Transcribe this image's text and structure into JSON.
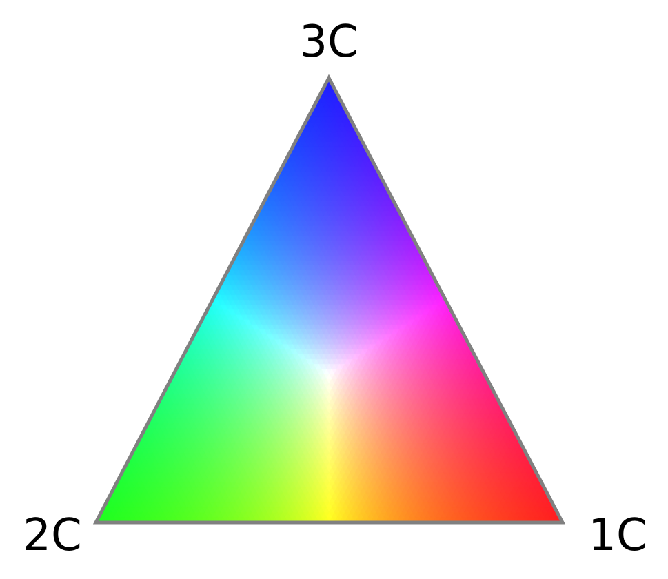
{
  "chart_data": {
    "type": "ternary",
    "description_free": true,
    "vertices": [
      {
        "label": "1C",
        "position": "bottom-right",
        "color": "#ff1e1e"
      },
      {
        "label": "2C",
        "position": "bottom-left",
        "color": "#1eff1e"
      },
      {
        "label": "3C",
        "position": "top",
        "color": "#1e1eff"
      }
    ],
    "outline_color": "#808080",
    "title": "",
    "grid": false,
    "legend": "none"
  }
}
